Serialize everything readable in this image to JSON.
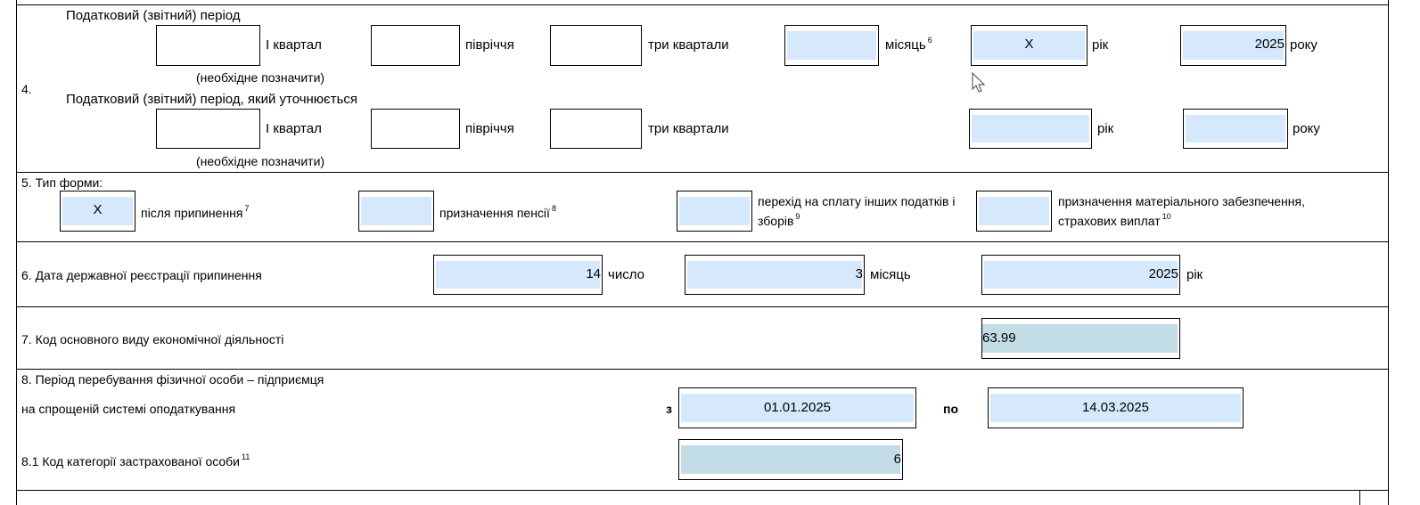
{
  "section4": {
    "number": "4.",
    "period_title": "Податковий (звітний) період",
    "clarify_title": "Податковий (звітний) період, який уточнюється",
    "note": "(необхідне позначити)",
    "opt_q1": "І квартал",
    "opt_half": "півріччя",
    "opt_q3": "три квартали",
    "opt_month": "місяць",
    "opt_month_sup": "6",
    "opt_year": "рік",
    "year_word": "року",
    "year_mark": "X",
    "year_value": "2025"
  },
  "section5": {
    "title": "5. Тип форми:",
    "after_termination": "після припинення",
    "after_termination_sup": "7",
    "after_termination_mark": "X",
    "pension": "призначення пенсії",
    "pension_sup": "8",
    "transition_line1": "перехід на сплату інших податків і",
    "transition_line2": "зборів",
    "transition_sup": "9",
    "material_line1": "призначення матеріального забезпечення,",
    "material_line2": "страхових виплат",
    "material_sup": "10"
  },
  "section6": {
    "title": "6. Дата державної реєстрації припинення",
    "day_value": "14",
    "day_label": "число",
    "month_value": "3",
    "month_label": "місяць",
    "year_value": "2025",
    "year_label": "рік"
  },
  "section7": {
    "title": "7. Код основного виду економічної діяльності",
    "code_value": "63.99"
  },
  "section8": {
    "title_line1": "8. Період перебування фізичної особи – підприємця",
    "title_line2": "на спрощеній системі оподаткування",
    "from_label": "з",
    "from_value": "01.01.2025",
    "to_label": "по",
    "to_value": "14.03.2025",
    "sub_title": "8.1 Код категорії застрахованої особи",
    "sub_sup": "11",
    "category_value": "6"
  }
}
